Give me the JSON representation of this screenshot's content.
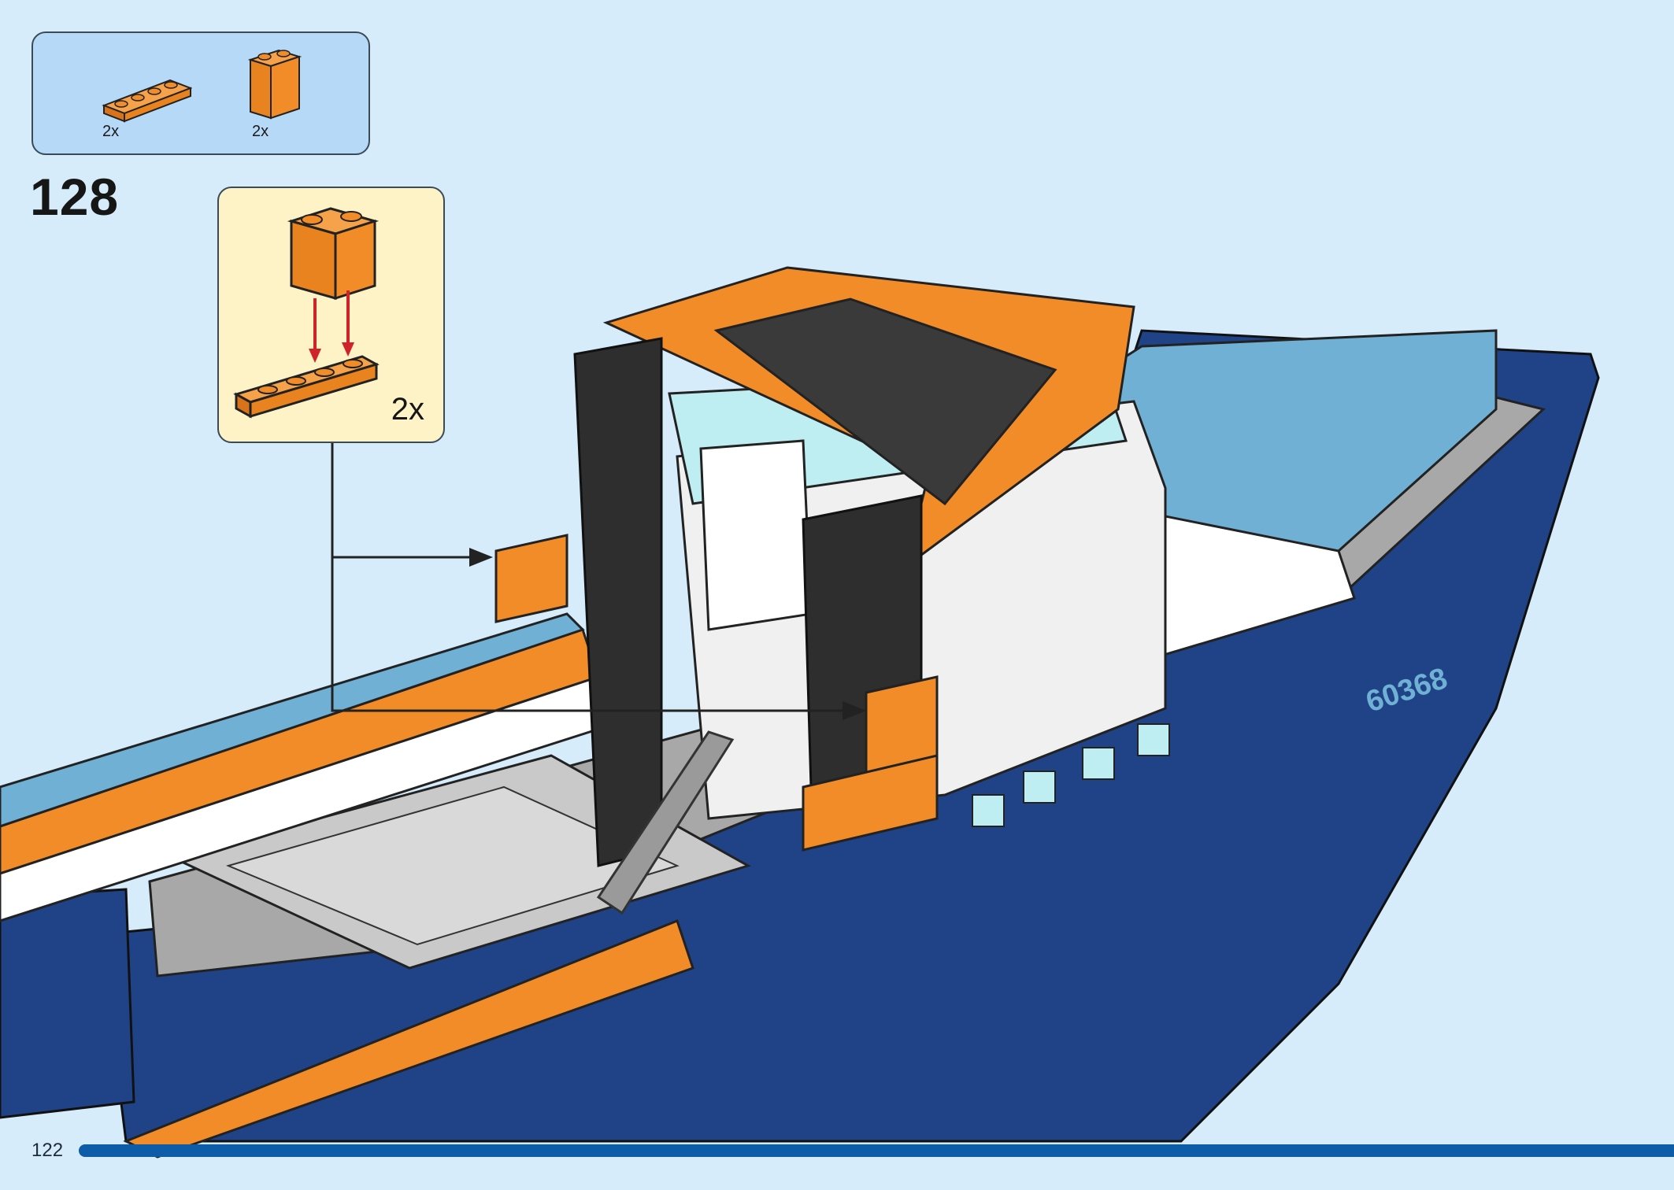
{
  "page": {
    "number": "122",
    "progress_fraction": 1.0
  },
  "step": {
    "number": "128"
  },
  "parts_list": [
    {
      "name": "orange-plate-1x4",
      "qty": "2x"
    },
    {
      "name": "orange-brick-1x2x2",
      "qty": "2x"
    }
  ],
  "subassembly": {
    "qty": "2x"
  },
  "model": {
    "hull_number": "60368"
  },
  "colors": {
    "background": "#d6ecfb",
    "parts_box": "#b5d9f6",
    "subassembly_box": "#fdf3c7",
    "orange": "#f28c28",
    "hull_blue": "#1f4386",
    "deck_blue": "#6fb0d4",
    "dark_gray": "#3a3a3a",
    "light_gray": "#a8a8a8",
    "arrow_red": "#d0222a",
    "progress": "#0d5ca8"
  }
}
